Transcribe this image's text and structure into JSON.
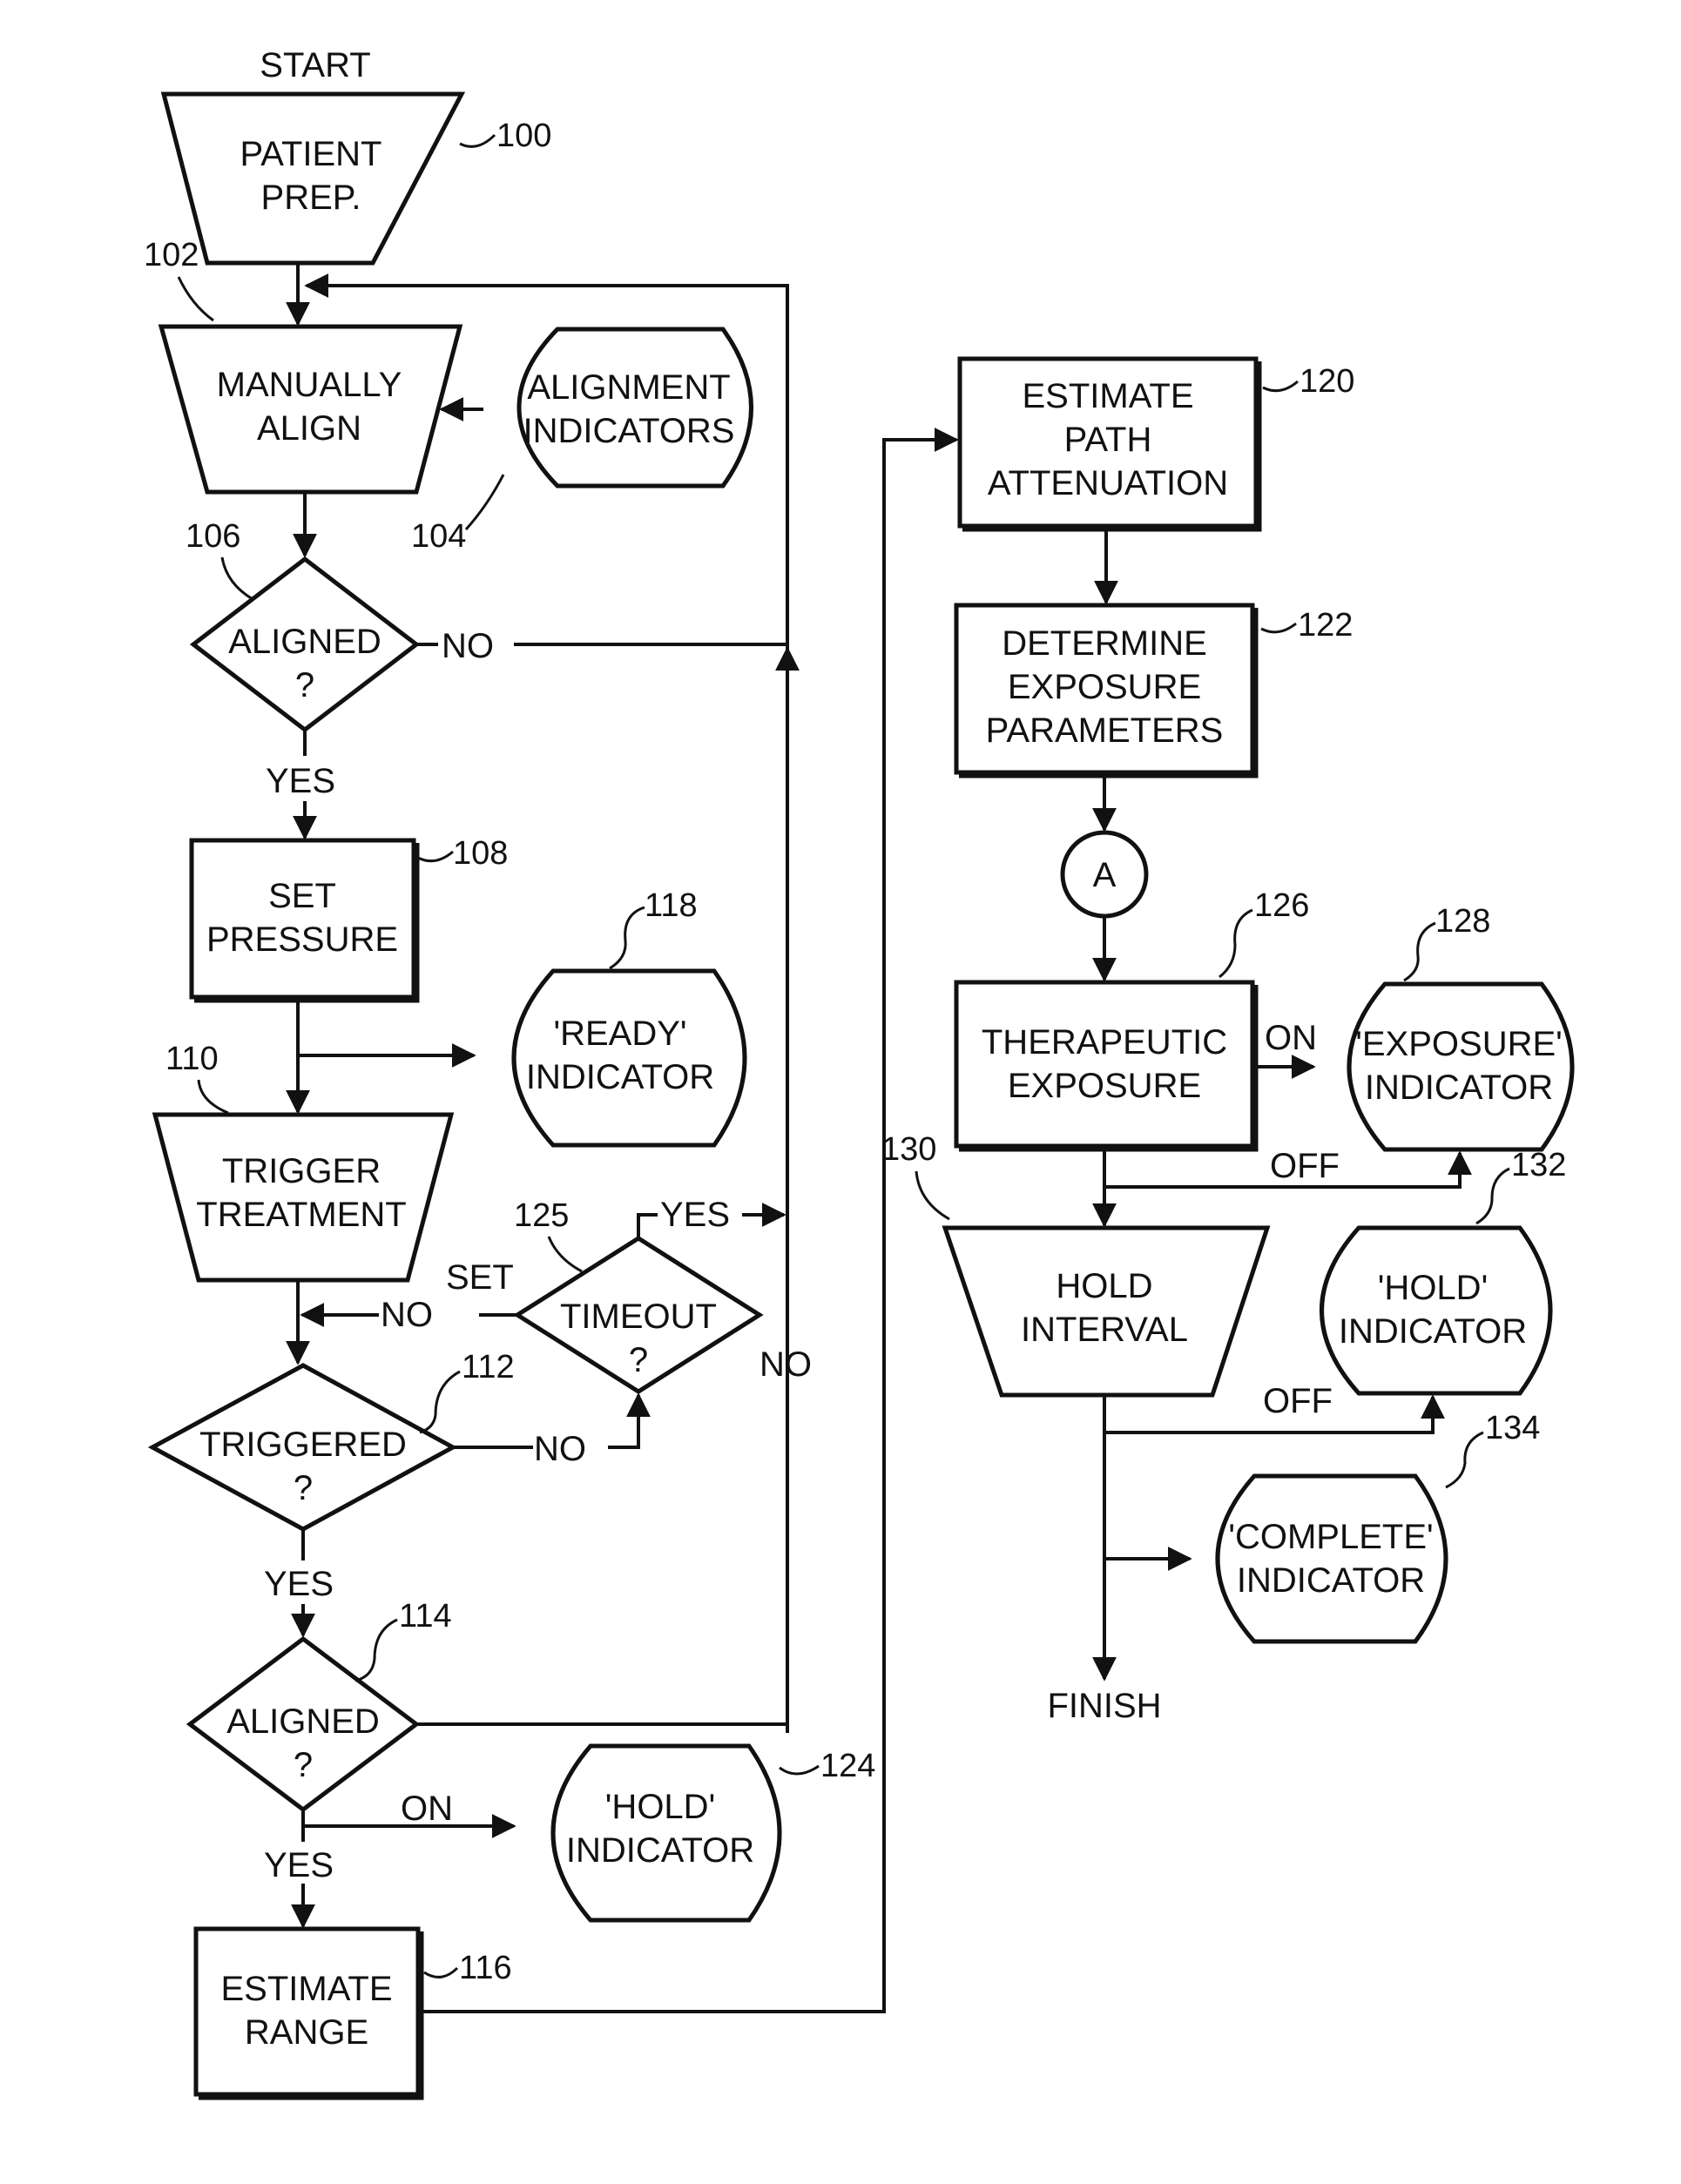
{
  "start_label": "START",
  "finish_label": "FINISH",
  "nodes": {
    "n100": [
      "PATIENT",
      "PREP."
    ],
    "n102": [
      "MANUALLY",
      "ALIGN"
    ],
    "n104": [
      "ALIGNMENT",
      "INDICATORS"
    ],
    "n106": [
      "ALIGNED",
      "?"
    ],
    "n108": [
      "SET",
      "PRESSURE"
    ],
    "n118": [
      "'READY'",
      "INDICATOR"
    ],
    "n110": [
      "TRIGGER",
      "TREATMENT"
    ],
    "n125": [
      "TIMEOUT",
      "?"
    ],
    "n112": [
      "TRIGGERED",
      "?"
    ],
    "n114": [
      "ALIGNED",
      "?"
    ],
    "n124": [
      "'HOLD'",
      "INDICATOR"
    ],
    "n116": [
      "ESTIMATE",
      "RANGE"
    ],
    "n120": [
      "ESTIMATE",
      "PATH",
      "ATTENUATION"
    ],
    "n122": [
      "DETERMINE",
      "EXPOSURE",
      "PARAMETERS"
    ],
    "connector_a": [
      "A"
    ],
    "n126": [
      "THERAPEUTIC",
      "EXPOSURE"
    ],
    "n128": [
      "'EXPOSURE'",
      "INDICATOR"
    ],
    "n130": [
      "HOLD",
      "INTERVAL"
    ],
    "n132": [
      "'HOLD'",
      "INDICATOR"
    ],
    "n134": [
      "'COMPLETE'",
      "INDICATOR"
    ]
  },
  "refs": {
    "r100": "100",
    "r102": "102",
    "r104": "104",
    "r106": "106",
    "r108": "108",
    "r110": "110",
    "r112": "112",
    "r114": "114",
    "r116": "116",
    "r118": "118",
    "r120": "120",
    "r122": "122",
    "r124": "124",
    "r125": "125",
    "r126": "126",
    "r128": "128",
    "r130": "130",
    "r132": "132",
    "r134": "134"
  },
  "edges": {
    "e106_no": "NO",
    "e106_yes": "YES",
    "e125_yes": "YES",
    "e125_set": "SET",
    "e125_no": "NO",
    "e112_no": "NO",
    "e112_yes": "YES",
    "e114_no": "NO",
    "e114_on": "ON",
    "e114_yes": "YES",
    "e126_on": "ON",
    "e126_off": "OFF",
    "e130_off": "OFF"
  }
}
